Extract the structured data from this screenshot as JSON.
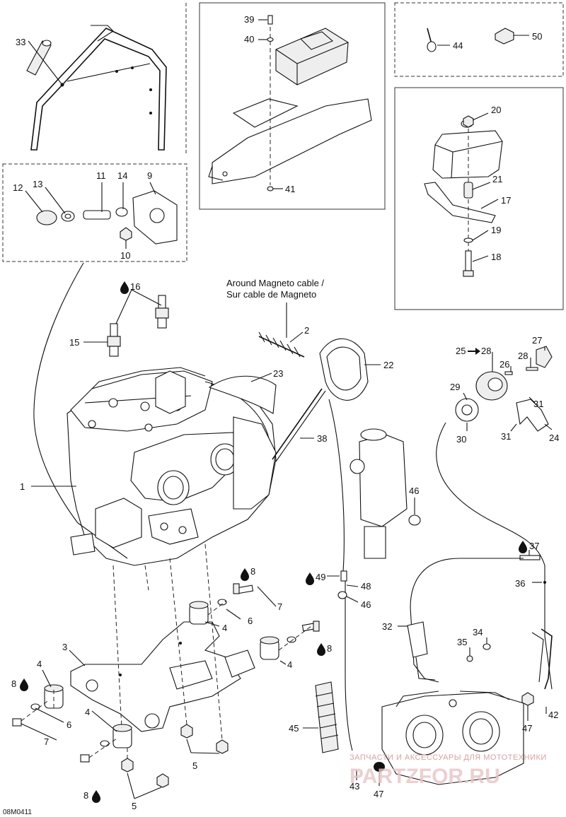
{
  "diagram_code": "08M0411",
  "callout_note": "Around Magneto cable /\nSur cable de Magneto",
  "callout_note_lines": [
    "Around Magneto cable /",
    "Sur cable de Magneto"
  ],
  "watermark": {
    "line1": "ЗАПЧАСТИ И АКСЕССУАРЫ ДЛЯ МОТОТЕХНИКИ",
    "line2": "PARTZFOR.RU"
  },
  "labels": {
    "p1": "1",
    "p2": "2",
    "p3": "3",
    "p4a": "4",
    "p4b": "4",
    "p4c": "4",
    "p4d": "4",
    "p5a": "5",
    "p5b": "5",
    "p6a": "6",
    "p6b": "6",
    "p7a": "7",
    "p7b": "7",
    "p8a": "8",
    "p8b": "8",
    "p8c": "8",
    "p8d": "8",
    "p9": "9",
    "p10": "10",
    "p11": "11",
    "p12": "12",
    "p13": "13",
    "p14": "14",
    "p15": "15",
    "p16": "16",
    "p17": "17",
    "p18": "18",
    "p19": "19",
    "p20": "20",
    "p21": "21",
    "p22": "22",
    "p23": "23",
    "p24": "24",
    "p25": "25",
    "p28": "28",
    "p26": "26",
    "p27": "27",
    "p28b": "28",
    "p29": "29",
    "p30": "30",
    "p31a": "31",
    "p31b": "31",
    "p32": "32",
    "p33": "33",
    "p34": "34",
    "p35": "35",
    "p36": "36",
    "p37": "37",
    "p38": "38",
    "p39": "39",
    "p40": "40",
    "p41": "41",
    "p42": "42",
    "p43": "43",
    "p44": "44",
    "p45": "45",
    "p46a": "46",
    "p46b": "46",
    "p47a": "47",
    "p47b": "47",
    "p48": "48",
    "p49": "49",
    "p50": "50"
  },
  "icons": {
    "lubricant": "drop-icon",
    "arrow": "arrow-right-icon"
  }
}
